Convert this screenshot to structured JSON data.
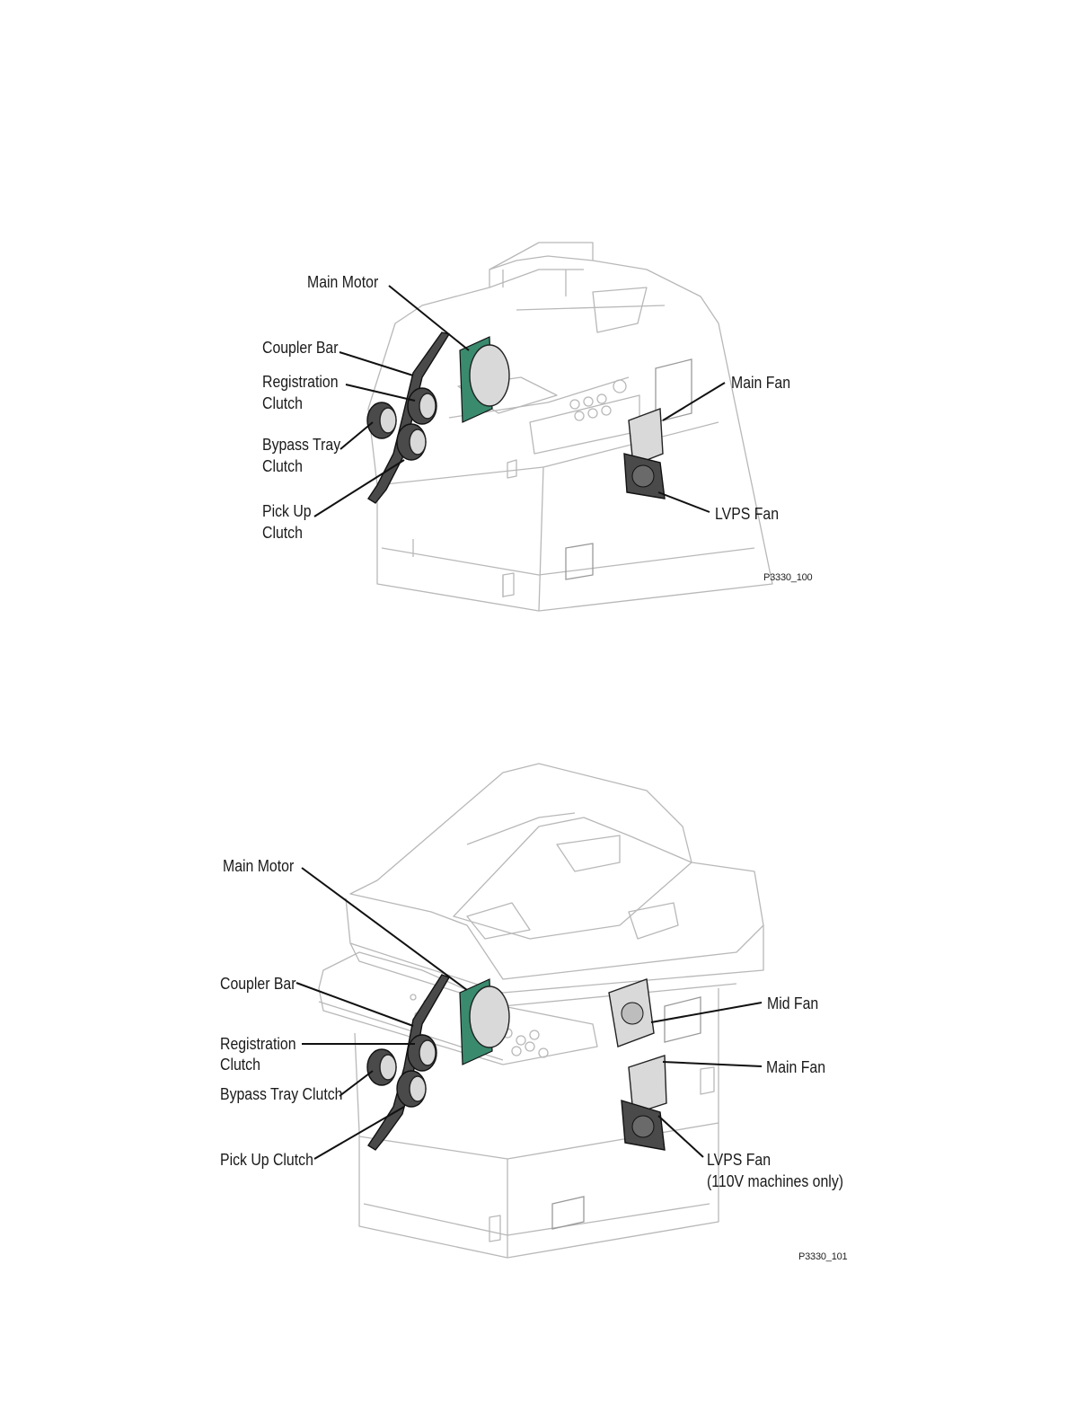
{
  "figures": [
    {
      "id_text": "P3330_100",
      "labels": {
        "main_motor": "Main Motor",
        "coupler_bar": "Coupler Bar",
        "registration_clutch_1": "Registration",
        "registration_clutch_2": "Clutch",
        "bypass_tray_clutch_1": "Bypass Tray",
        "bypass_tray_clutch_2": "Clutch",
        "pick_up_clutch_1": "Pick Up",
        "pick_up_clutch_2": "Clutch",
        "main_fan": "Main Fan",
        "lvps_fan": "LVPS Fan"
      }
    },
    {
      "id_text": "P3330_101",
      "labels": {
        "main_motor": "Main Motor",
        "coupler_bar": "Coupler Bar",
        "registration_clutch_1": "Registration",
        "registration_clutch_2": "Clutch",
        "bypass_tray_clutch": "Bypass Tray Clutch",
        "pick_up_clutch": "Pick Up Clutch",
        "mid_fan": "Mid Fan",
        "main_fan": "Main Fan",
        "lvps_fan_1": "LVPS Fan",
        "lvps_fan_2": "(110V machines only)"
      }
    }
  ]
}
